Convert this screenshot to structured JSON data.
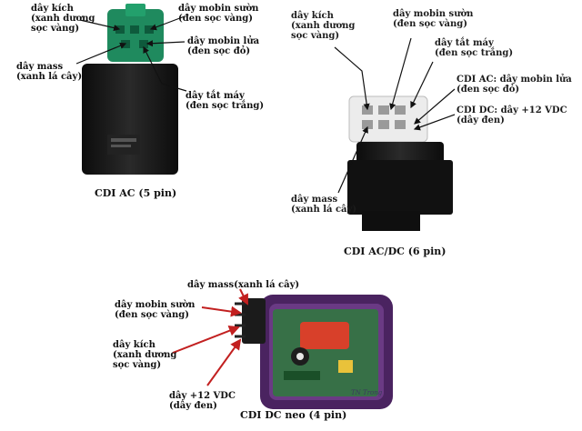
{
  "panel_ac5": {
    "labels": {
      "kich": "dây kích\n(xanh dương\nsọc vàng)",
      "mass": "dây mass\n(xanh lá cây)",
      "mobin_suon": "dây mobin sườn\n(đen sọc vàng)",
      "mobin_lua": "dây mobin lửa\n(đen sọc đỏ)",
      "tat_may": "dây tắt máy\n(đen sọc trắng)"
    },
    "caption": "CDI AC (5 pin)"
  },
  "panel_acdc6": {
    "labels": {
      "kich": "dây kích\n(xanh dương\nsọc vàng)",
      "mobin_suon": "dây mobin sườn\n(đen sọc vàng)",
      "tat_may": "dây tắt máy\n(đen sọc trắng)",
      "cdi_ac": "CDI AC: dây mobin lửa\n(đen sọc đỏ)",
      "cdi_dc": "CDI DC: dây +12 VDC\n(dây đen)",
      "mass": "dây mass\n(xanh lá cây)"
    },
    "caption": "CDI AC/DC (6 pin)"
  },
  "panel_dc4": {
    "labels": {
      "mass": "dây mass(xanh lá cây)",
      "mobin_suon": "dây mobin sườn\n(đen sọc vàng)",
      "kich": "dây kích\n(xanh dương\nsọc vàng)",
      "plus12": "dây +12 VDC\n(dây đen)"
    },
    "caption": "CDI DC neo (4 pin)",
    "credit": "TN Trong"
  },
  "colors": {
    "background": "#ffffff",
    "connector_green": "#1f8a5e",
    "module_black": "#141414",
    "connector_white": "#ececec",
    "module_purple": "#4a2360",
    "pcb_green": "#2e7a3c",
    "capacitor_orange": "#d8402a",
    "arrow_red": "#c22020"
  }
}
